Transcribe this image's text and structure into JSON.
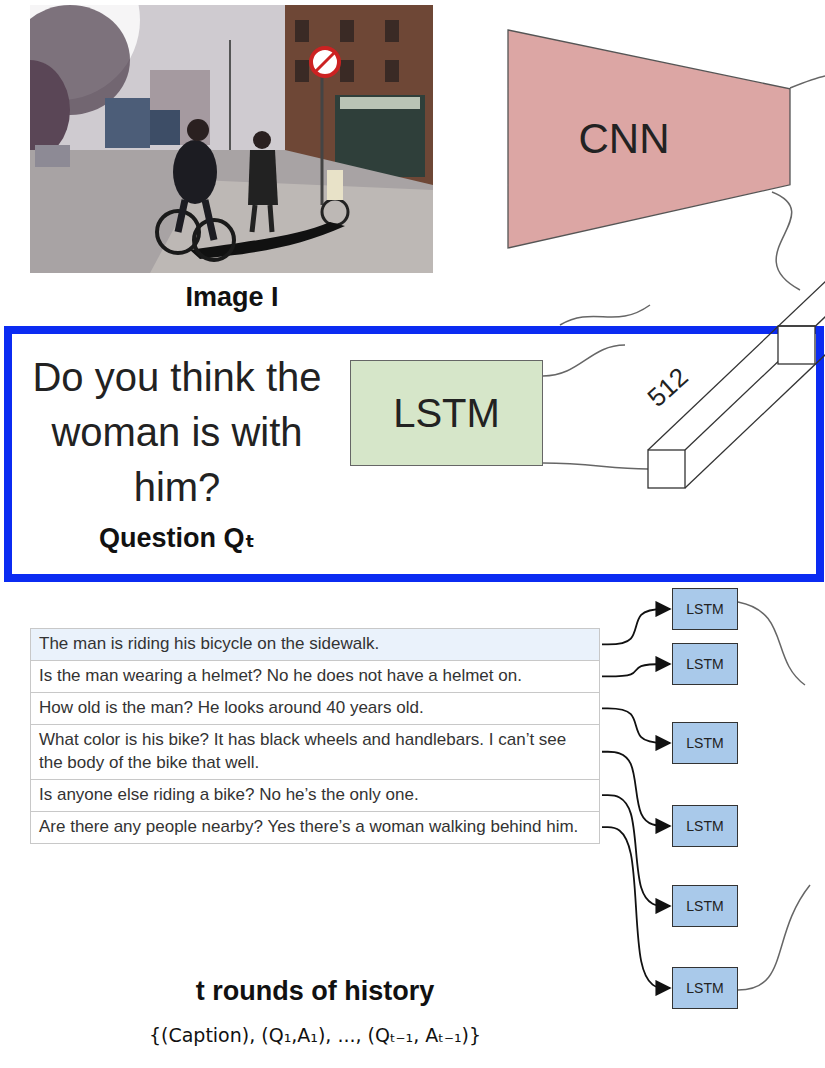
{
  "diagram": {
    "nodes": [
      {
        "text": [
          "CNN"
        ]
      },
      {
        "text": [
          "LSTM"
        ]
      },
      {
        "text": [
          "The man is riding his bicycle on the sidewalk."
        ]
      },
      {
        "text": [
          "Is the man wearing a helmet? No he does not have a helmet on."
        ]
      },
      {
        "text": [
          "How old is the man? He looks around 40 years old."
        ]
      },
      {
        "text": [
          "What color is his bike? It has black wheels and handlebars. I can’t see the body of the bike that well."
        ]
      },
      {
        "text": [
          "Is anyone else riding a bike? No he’s the only one."
        ]
      },
      {
        "text": [
          "Are there any people nearby? Yes there’s a woman walking behind him."
        ]
      },
      {
        "text": [
          "LSTM"
        ]
      },
      {
        "text": [
          "LSTM"
        ]
      },
      {
        "text": [
          "LSTM"
        ]
      },
      {
        "text": [
          "LSTM"
        ]
      },
      {
        "text": [
          "LSTM"
        ]
      },
      {
        "text": [
          "LSTM"
        ]
      }
    ],
    "edges": [
      {
        "from": 2,
        "to": 8,
        "arrow": "to"
      },
      {
        "from": 3,
        "to": 9,
        "arrow": "to"
      },
      {
        "from": 4,
        "to": 10,
        "arrow": "to"
      },
      {
        "from": 5,
        "to": 11,
        "arrow": "to"
      },
      {
        "from": 6,
        "to": 12,
        "arrow": "to"
      },
      {
        "from": 7,
        "to": 13,
        "arrow": "to"
      }
    ],
    "labels": [
      "Image I",
      "Do you think the woman is with him?",
      "Question Qₜ",
      "512",
      "t rounds of history",
      "{(Caption), (Q₁,A₁), ..., (Qₜ₋₁, Aₜ₋₁)}"
    ]
  }
}
